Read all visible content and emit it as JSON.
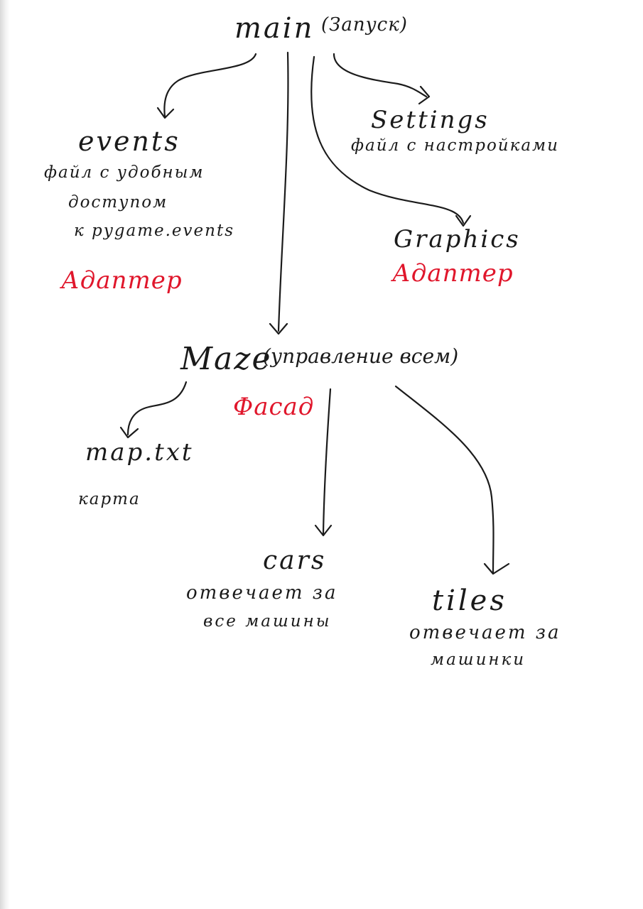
{
  "colors": {
    "ink": "#1a1a1a",
    "pattern": "#e0162b",
    "paper": "#ffffff"
  },
  "nodes": {
    "main": {
      "title": "main",
      "note": "(Запуск)"
    },
    "events": {
      "title": "events",
      "desc": [
        "файл с удобным",
        "доступом",
        "к pygame.events"
      ],
      "pattern": "Адаптер"
    },
    "settings": {
      "title": "Settings",
      "desc": [
        "файл с настройками"
      ]
    },
    "graphics": {
      "title": "Graphics",
      "pattern": "Адаптер"
    },
    "maze": {
      "title": "Maze",
      "note": "(управление всем)",
      "pattern": "Фасад"
    },
    "map": {
      "title": "map.txt",
      "desc": [
        "карта"
      ]
    },
    "cars": {
      "title": "cars",
      "desc": [
        "отвечает за",
        "все машины"
      ]
    },
    "tiles": {
      "title": "tiles",
      "desc": [
        "отвечает за",
        "машинки"
      ]
    }
  },
  "edges": [
    {
      "from": "main",
      "to": "events"
    },
    {
      "from": "main",
      "to": "settings"
    },
    {
      "from": "main",
      "to": "graphics"
    },
    {
      "from": "main",
      "to": "maze"
    },
    {
      "from": "maze",
      "to": "map"
    },
    {
      "from": "maze",
      "to": "cars"
    },
    {
      "from": "maze",
      "to": "tiles"
    }
  ]
}
